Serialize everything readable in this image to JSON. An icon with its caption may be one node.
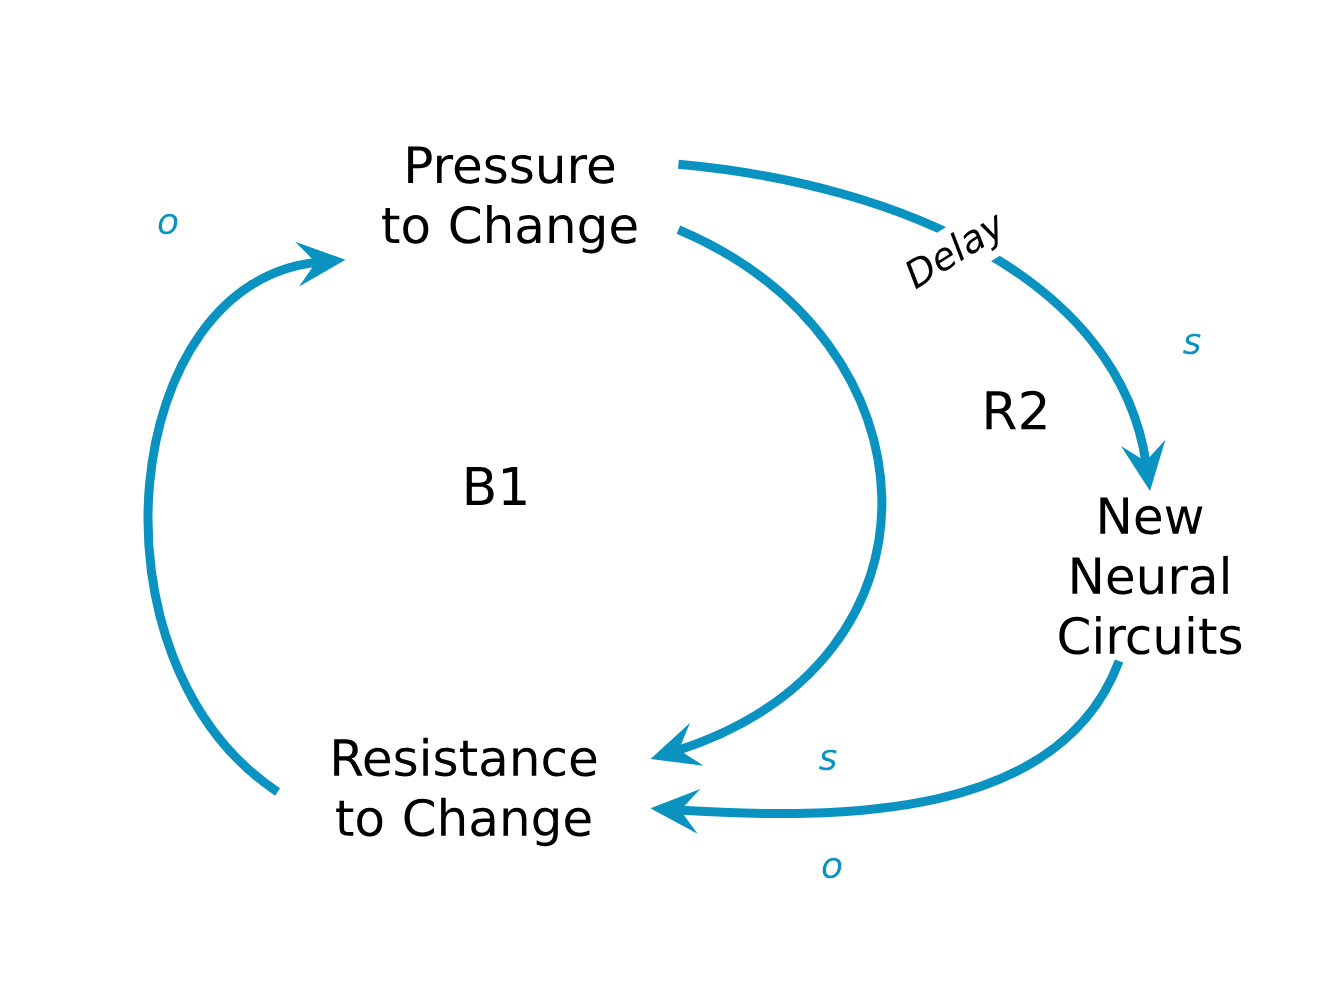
{
  "diagram": {
    "nodes": [
      {
        "text": [
          "Pressure to Change"
        ]
      },
      {
        "text": [
          "New Neural Circuits"
        ]
      },
      {
        "text": [
          "Resistance to Change"
        ]
      }
    ],
    "edges": [
      {
        "from": 2,
        "to": 0,
        "arrow": "to",
        "label": "o"
      },
      {
        "from": 0,
        "to": 2,
        "arrow": "to",
        "label": "s"
      },
      {
        "from": 0,
        "to": 1,
        "arrow": "to",
        "label": "s"
      },
      {
        "from": 1,
        "to": 2,
        "arrow": "to",
        "label": "o"
      }
    ],
    "labels": [
      "Delay",
      "B1",
      "R2"
    ]
  }
}
